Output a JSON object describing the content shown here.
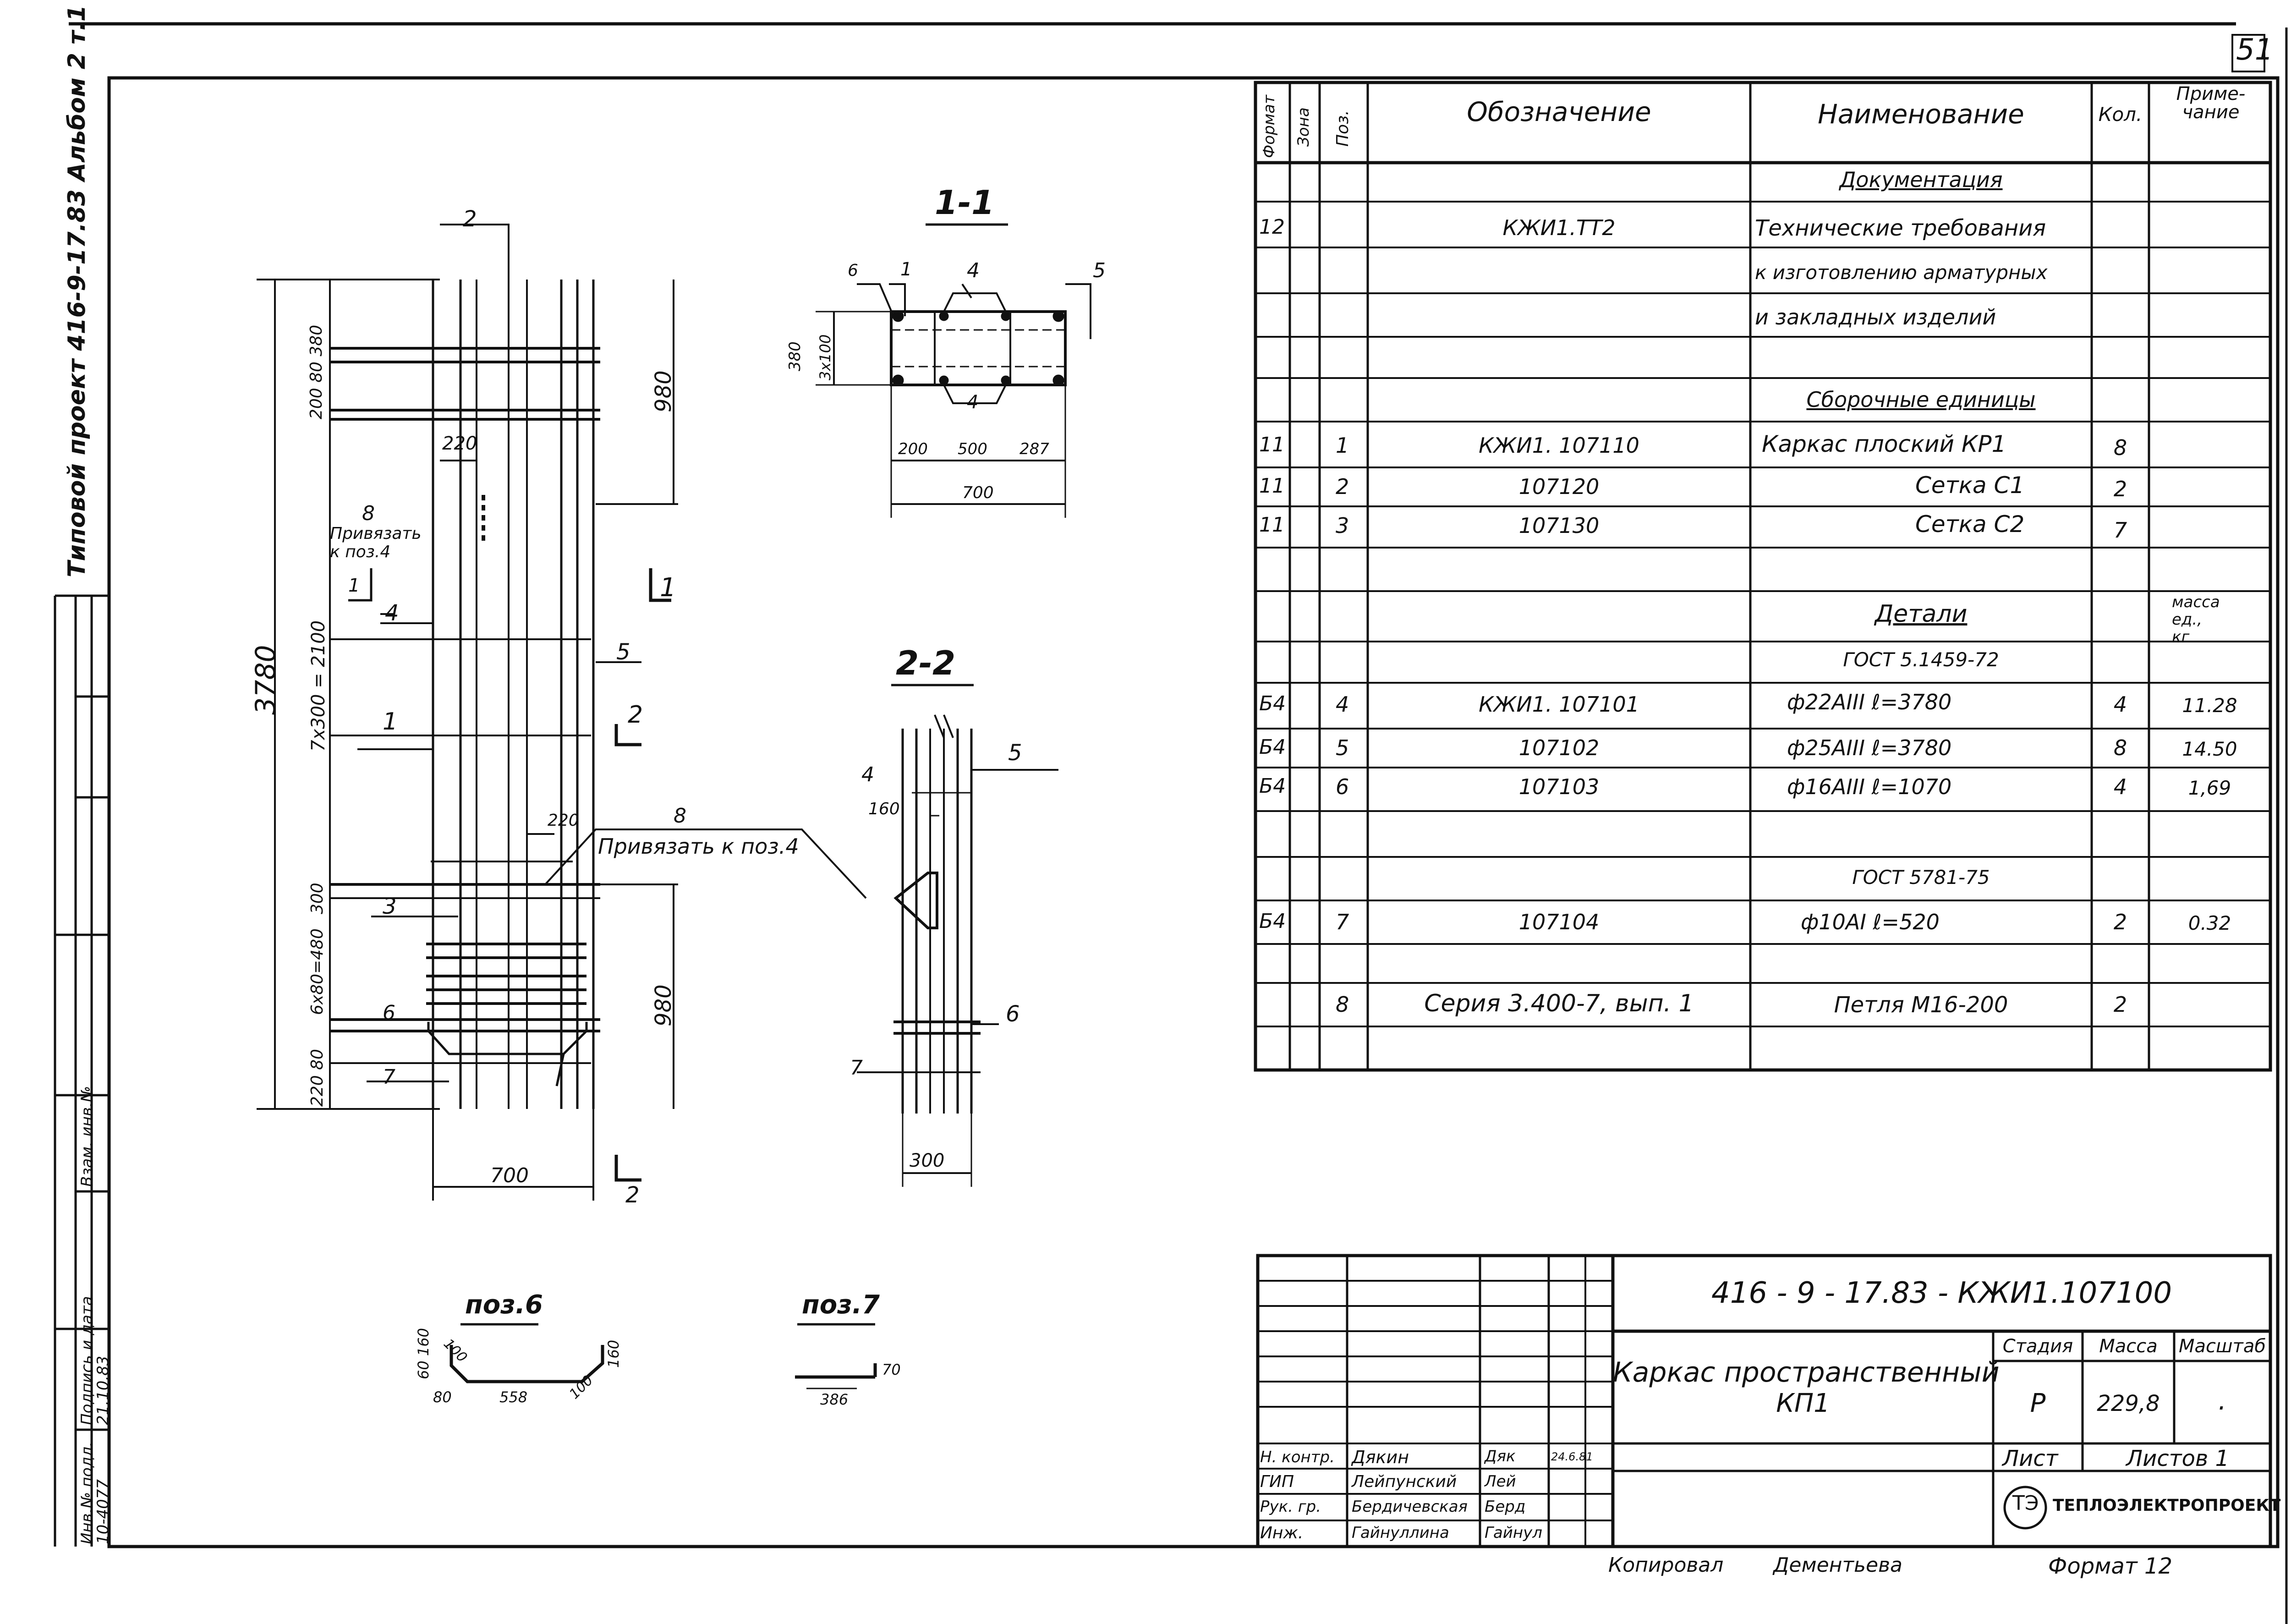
{
  "page_number": "51",
  "left_margin": {
    "project_label": "Типовой проект 416-9-17.83 Альбом 2 т.1",
    "stamp_labels": [
      "Инв.№ подл.",
      "Подпись и дата",
      "Взам. инв.№"
    ],
    "stamp_values": [
      "10-4077",
      "21.10.83"
    ]
  },
  "views": {
    "section_1_1": "1-1",
    "section_2_2": "2-2",
    "poz6_title": "поз.6",
    "poz7_title": "поз.7",
    "elev_marks": {
      "m2": "2",
      "m8": "8",
      "bind": "Привязать к поз.4",
      "m4": "4",
      "m1": "1",
      "m3": "3",
      "m6": "6",
      "m7": "7",
      "m5": "5",
      "cut1": "1",
      "cut2": "2"
    },
    "elev_dims": {
      "d220a": "220",
      "d3780": "3780",
      "d980a": "980",
      "d980b": "980",
      "d700": "700",
      "d7x300": "7x300 = 2100",
      "d6x80": "6x80=480",
      "d220b": "220",
      "dtop": "200 80 380",
      "d300": "300",
      "d220bot": "220 80"
    },
    "sec22_marks": {
      "bind": "Привязать к поз.4",
      "m8": "8",
      "m4": "4",
      "m5": "5",
      "m6": "6",
      "m7": "7",
      "d160": "160",
      "d300": "300"
    },
    "sec11_marks": {
      "m6": "6",
      "m1": "1",
      "m4a": "4",
      "m4b": "4",
      "m5": "5",
      "d380": "380",
      "d3x100": "3x100",
      "d200": "200",
      "d500": "500",
      "d287": "287",
      "d700": "700"
    },
    "poz6_dims": {
      "a": "60 160",
      "b": "100",
      "c": "80",
      "d": "558",
      "e": "100",
      "f": "160"
    },
    "poz7_dims": {
      "a": "386",
      "b": "70"
    }
  },
  "spec_table": {
    "headers": [
      "Формат",
      "Зона",
      "Поз.",
      "Обозначение",
      "Наименование",
      "Кол.",
      "Приме-чание"
    ],
    "rows": [
      {
        "fmt": "",
        "pos": "",
        "code": "",
        "name": "Документация",
        "qty": "",
        "note": ""
      },
      {
        "fmt": "12",
        "pos": "",
        "code": "КЖИ1.ТТ2",
        "name": "Технические требования",
        "qty": "",
        "note": ""
      },
      {
        "fmt": "",
        "pos": "",
        "code": "",
        "name": "к изготовлению арматурных",
        "qty": "",
        "note": ""
      },
      {
        "fmt": "",
        "pos": "",
        "code": "",
        "name": "и закладных изделий",
        "qty": "",
        "note": ""
      },
      {
        "fmt": "",
        "pos": "",
        "code": "",
        "name": "",
        "qty": "",
        "note": ""
      },
      {
        "fmt": "",
        "pos": "",
        "code": "",
        "name": "Сборочные единицы",
        "qty": "",
        "note": ""
      },
      {
        "fmt": "11",
        "pos": "1",
        "code": "КЖИ1. 107110",
        "name": "Каркас плоский КР1",
        "qty": "8",
        "note": ""
      },
      {
        "fmt": "11",
        "pos": "2",
        "code": "107120",
        "name": "Сетка С1",
        "qty": "2",
        "note": ""
      },
      {
        "fmt": "11",
        "pos": "3",
        "code": "107130",
        "name": "Сетка С2",
        "qty": "7",
        "note": ""
      },
      {
        "fmt": "",
        "pos": "",
        "code": "",
        "name": "",
        "qty": "",
        "note": ""
      },
      {
        "fmt": "",
        "pos": "",
        "code": "",
        "name": "Детали",
        "qty": "",
        "note": "масса ед., кг"
      },
      {
        "fmt": "",
        "pos": "",
        "code": "",
        "name": "ГОСТ 5.1459-72",
        "qty": "",
        "note": ""
      },
      {
        "fmt": "Б4",
        "pos": "4",
        "code": "КЖИ1. 107101",
        "name": "ф22АIII  ℓ=3780",
        "qty": "4",
        "note": "11.28"
      },
      {
        "fmt": "Б4",
        "pos": "5",
        "code": "107102",
        "name": "ф25АIII  ℓ=3780",
        "qty": "8",
        "note": "14.50"
      },
      {
        "fmt": "Б4",
        "pos": "6",
        "code": "107103",
        "name": "ф16АIII  ℓ=1070",
        "qty": "4",
        "note": "1,69"
      },
      {
        "fmt": "",
        "pos": "",
        "code": "",
        "name": "",
        "qty": "",
        "note": ""
      },
      {
        "fmt": "",
        "pos": "",
        "code": "",
        "name": "ГОСТ 5781-75",
        "qty": "",
        "note": ""
      },
      {
        "fmt": "Б4",
        "pos": "7",
        "code": "107104",
        "name": "ф10АI  ℓ=520",
        "qty": "2",
        "note": "0.32"
      },
      {
        "fmt": "",
        "pos": "",
        "code": "",
        "name": "",
        "qty": "",
        "note": ""
      },
      {
        "fmt": "",
        "pos": "8",
        "code": "Серия 3.400-7, вып. 1",
        "name": "Петля М16-200",
        "qty": "2",
        "note": ""
      },
      {
        "fmt": "",
        "pos": "",
        "code": "",
        "name": "",
        "qty": "",
        "note": ""
      }
    ]
  },
  "title_block": {
    "doc_code": "416 - 9 - 17.83 - КЖИ1.107100",
    "title_line1": "Каркас пространственный",
    "title_line2": "КП1",
    "stage_label": "Стадия",
    "mass_label": "Масса",
    "scale_label": "Масштаб",
    "stage_value": "Р",
    "mass_value": "229,8",
    "scale_value": ".",
    "sheet_label": "Лист",
    "sheets_label": "Листов 1",
    "org": "ТЕПЛОЭЛЕКТРОПРОЕКТ",
    "signers": [
      {
        "role": "Н. контр.",
        "name": "Дякин",
        "sign": "Дяк",
        "date": "24.6.81"
      },
      {
        "role": "ГИП",
        "name": "Лейпунский",
        "sign": "Лей",
        "date": ""
      },
      {
        "role": "Рук. гр.",
        "name": "Бердичевская",
        "sign": "Берд",
        "date": ""
      },
      {
        "role": "Инж.",
        "name": "Гайнуллина",
        "sign": "Гайнул",
        "date": ""
      }
    ]
  },
  "footer": {
    "copied": "Копировал",
    "copier": "Дементьева",
    "format": "Формат 12"
  }
}
